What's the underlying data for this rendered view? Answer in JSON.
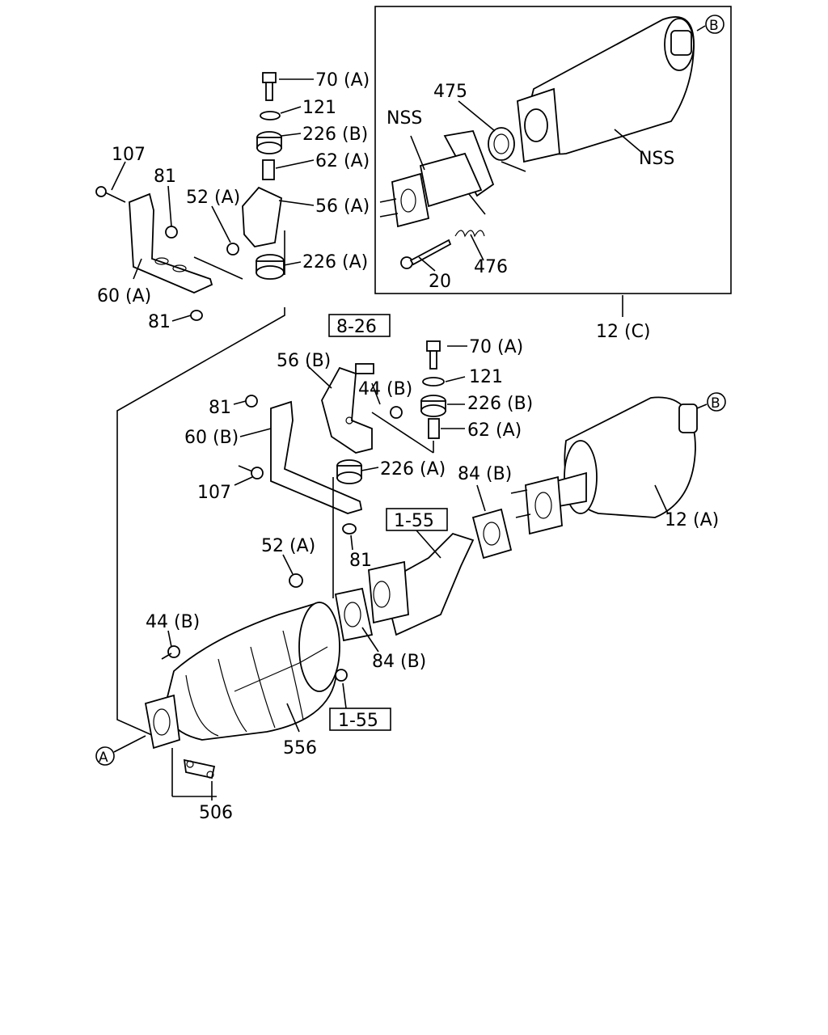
{
  "labels": {
    "l70a_top": "70 (A)",
    "l121_top": "121",
    "l226b_top": "226 (B)",
    "l62a_top": "62 (A)",
    "l56a": "56 (A)",
    "l226a_top": "226 (A)",
    "l107_top": "107",
    "l81_top": "81",
    "l52a_top": "52 (A)",
    "l60a": "60 (A)",
    "l81_mid": "81",
    "lnss_left": "NSS",
    "l475": "475",
    "lnss_right": "NSS",
    "l476": "476",
    "l20": "20",
    "l12c": "12 (C)",
    "lref826": "8-26",
    "l56b": "56 (B)",
    "l44b_top": "44 (B)",
    "l81_b": "81",
    "l60b": "60 (B)",
    "l107_b": "107",
    "l70a_b": "70 (A)",
    "l121_b": "121",
    "l226b_b": "226 (B)",
    "l62a_b": "62 (A)",
    "l226a_b": "226 (A)",
    "l84b_top": "84 (B)",
    "l12a": "12 (A)",
    "lref155_top": "1-55",
    "l81_c": "81",
    "l52a_b": "52 (A)",
    "l44b_b": "44 (B)",
    "l84b_b": "84 (B)",
    "lref155_b": "1-55",
    "l556": "556",
    "l506": "506",
    "markerA": "A",
    "markerB_top": "B",
    "markerB_mid": "B"
  }
}
